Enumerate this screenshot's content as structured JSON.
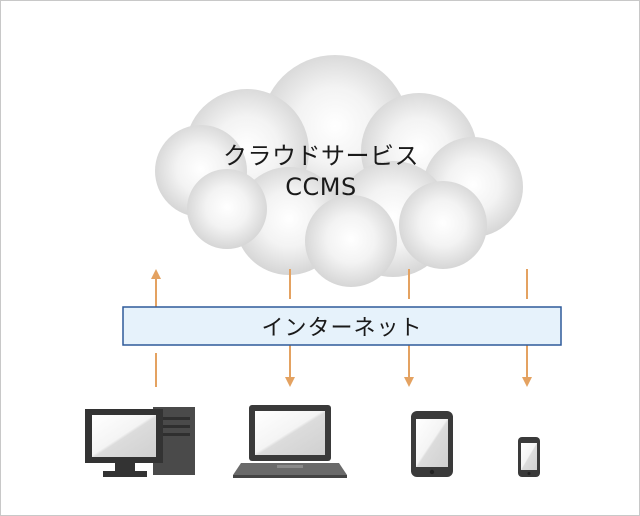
{
  "cloud": {
    "title_line1": "クラウドサービス",
    "title_line2": "CCMS",
    "gradient_inner": "#ffffff",
    "gradient_outer": "#cfcfcf"
  },
  "internet": {
    "label": "インターネット",
    "fill": "#e6f2fb",
    "stroke": "#2f5a9a"
  },
  "arrow_color": "#e4a261",
  "connections": [
    {
      "device": "desktop",
      "direction": "up"
    },
    {
      "device": "laptop",
      "direction": "down"
    },
    {
      "device": "tablet",
      "direction": "down"
    },
    {
      "device": "smartphone",
      "direction": "down"
    }
  ],
  "devices": [
    {
      "icon": "desktop-computer-icon"
    },
    {
      "icon": "laptop-icon"
    },
    {
      "icon": "tablet-icon"
    },
    {
      "icon": "smartphone-icon"
    }
  ]
}
